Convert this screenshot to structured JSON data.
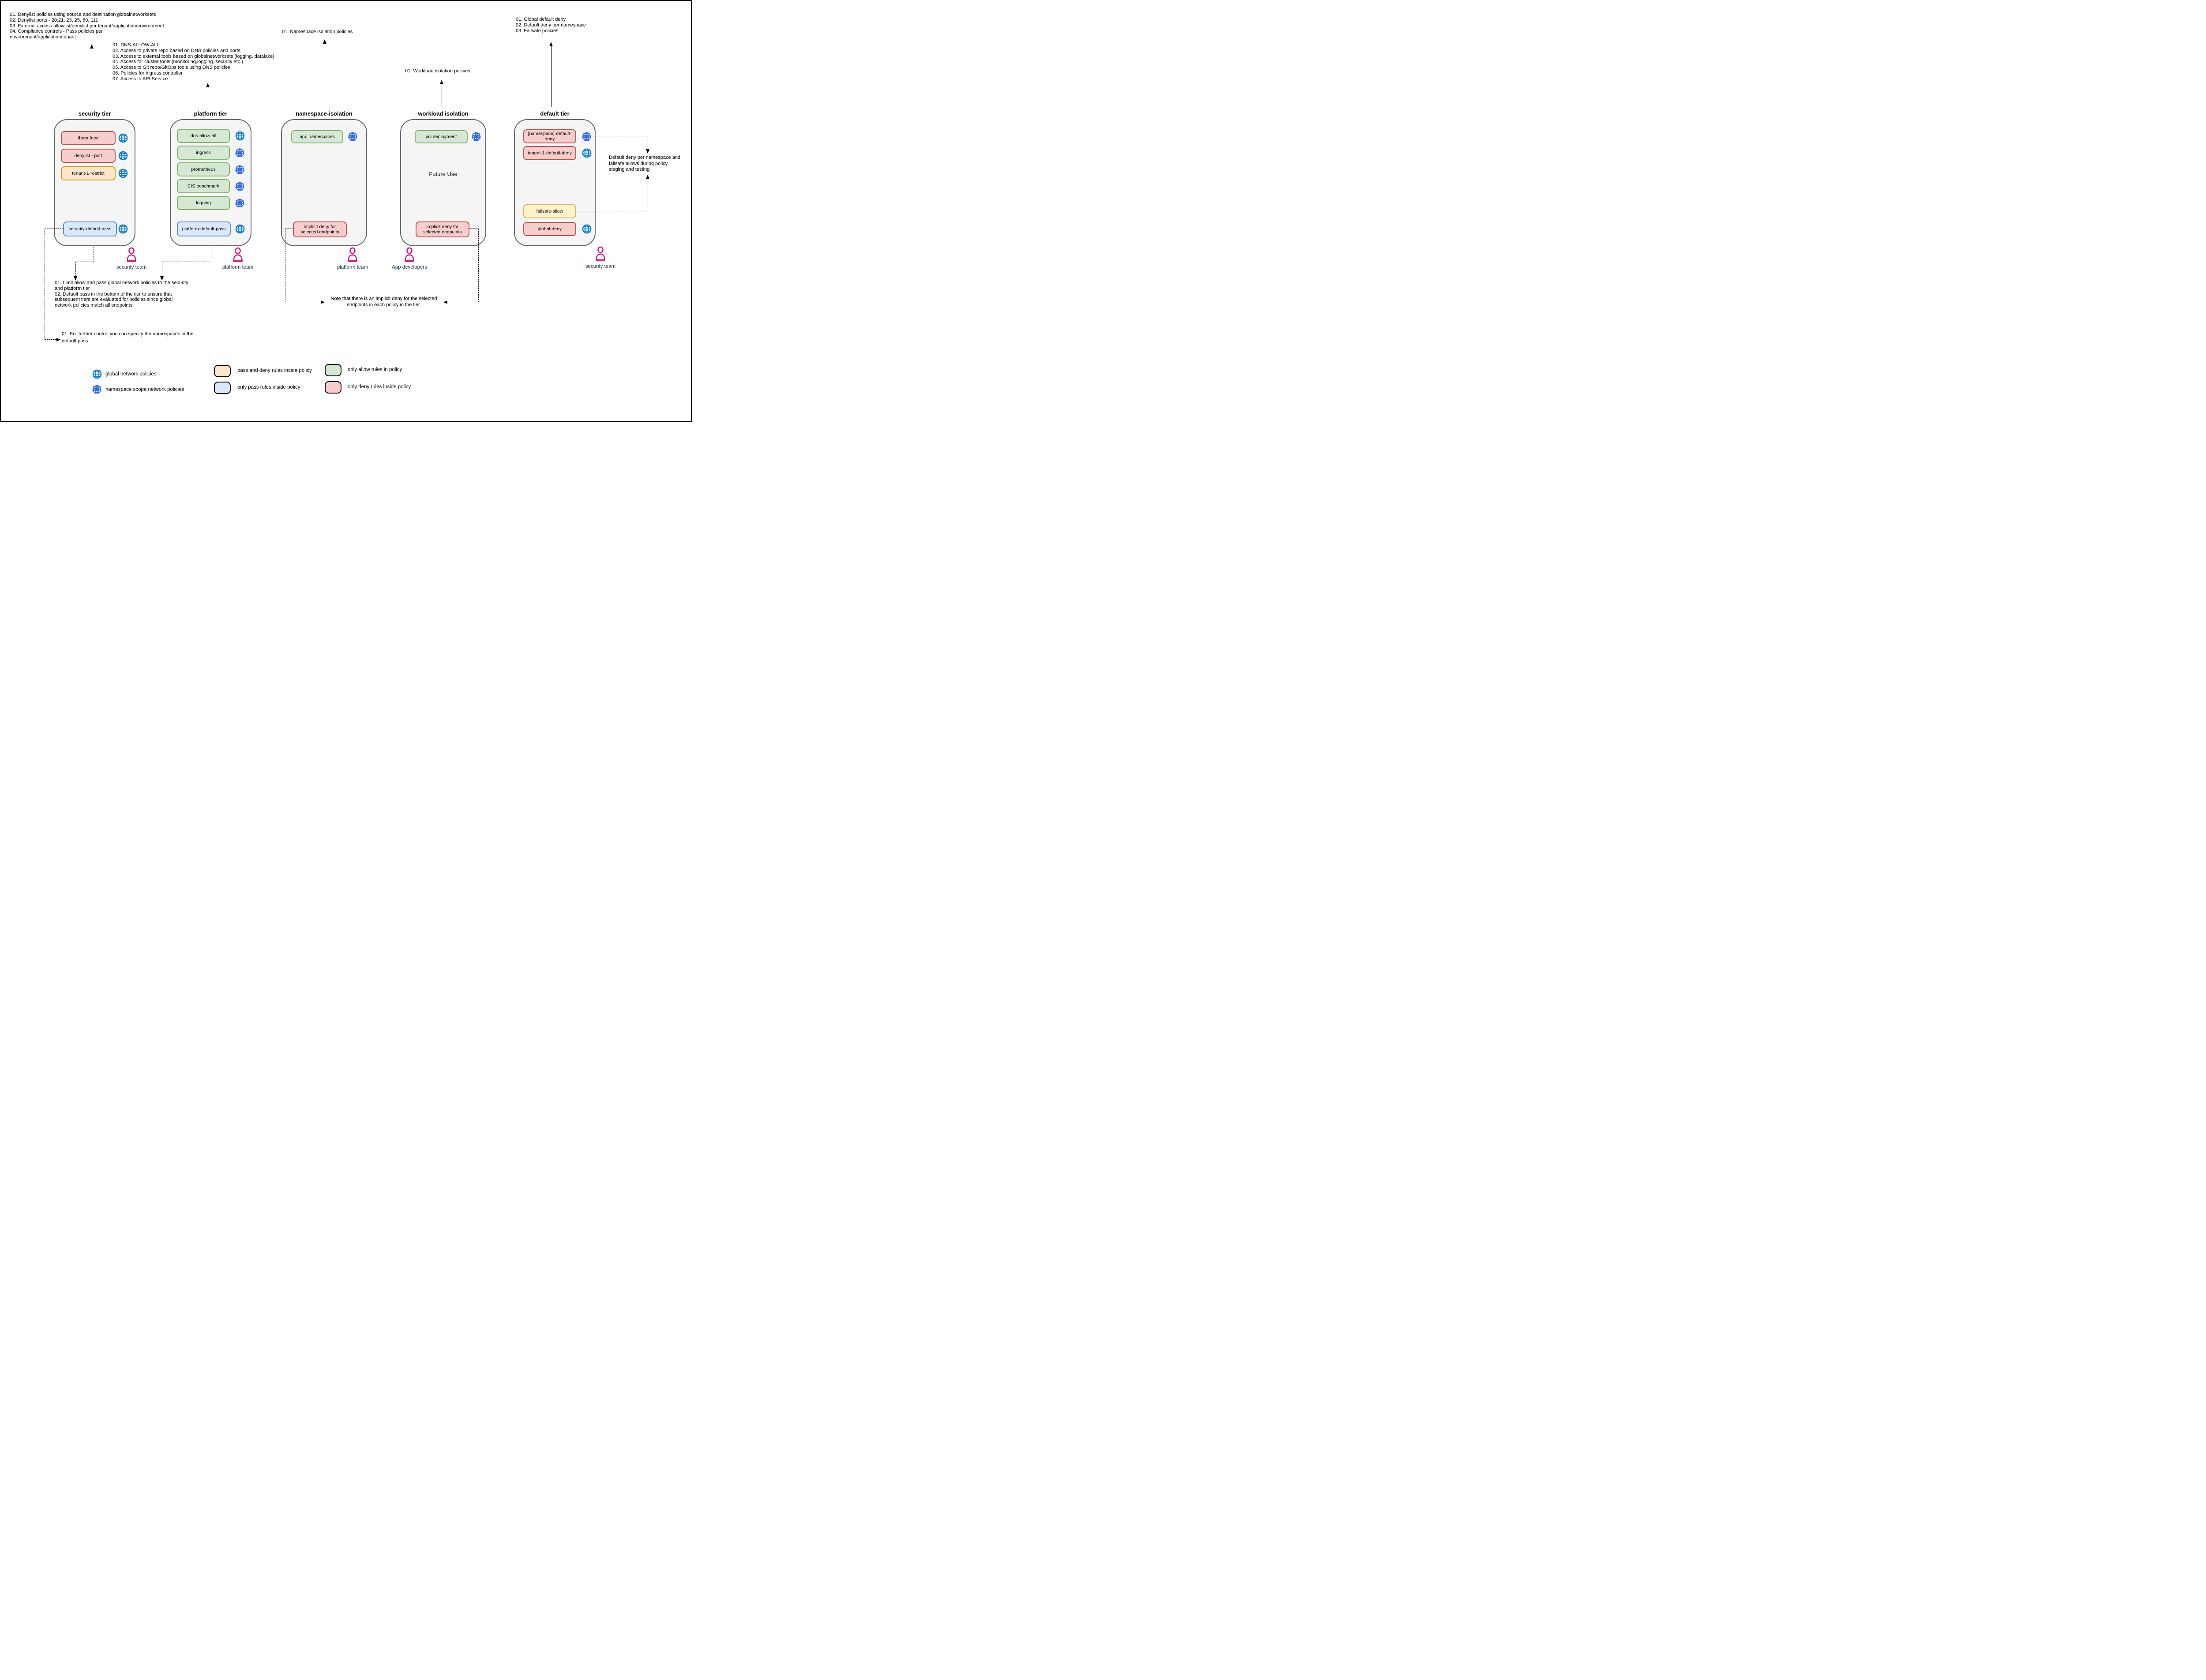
{
  "colors": {
    "deny_fill": "#f8cecc",
    "deny_stroke": "#b85450",
    "allow_fill": "#d5e8d4",
    "allow_stroke": "#82b366",
    "pass_fill": "#dae8fc",
    "pass_stroke": "#6c8ebf",
    "pass_deny_fill": "#ffe6cc",
    "pass_deny_stroke": "#d79b00",
    "failsafe_fill": "#fff2cc",
    "failsafe_stroke": "#d6b656",
    "tier_fill": "#f5f5f5",
    "tier_stroke": "#666666",
    "globe_icon_blue": "#0d7fd8",
    "namespace_icon_blue": "#326ce5",
    "person_pink": "#d81b7a",
    "team_label_color": "#1f3350"
  },
  "annotations": {
    "security_tier_notes": [
      "01. Denylist policies using source and destination globalnetworksets",
      "02. Denylist ports - 20:21, 23, 25, 69, 111",
      "03. External access allowlist/denylist per tenant/application/environment",
      "04. Compliance controls - Pass policies per",
      "environment/application/tenant"
    ],
    "platform_tier_notes": [
      "01. DNS-ALLOW-ALL",
      "02. Access to private repo based on DNS policies and ports",
      "03. Access to external tools based on globalnetworksets (logging, datalake)",
      "04. Access for cluster tools (monitoring,logging, security etc.)",
      "05. Access to Git repo/GitOps tools using DNS policies",
      "06. Policies for ingress controller",
      "07. Access to API Service"
    ],
    "namespace_isolation_note": "01. Namespace isolation policies",
    "workload_isolation_note": "01. Workload isolation policies",
    "default_tier_notes": [
      "01. Global default deny",
      "02. Default deny per namespace",
      "03. Failsafe policies"
    ],
    "limit_note": [
      "01. Limit allow and pass global network policies to the security",
      "and platform tier",
      "02. Default pass in the bottom of the tier to ensure that",
      "subsequent tiers are evaluated for policies since global",
      "network policies match all endpoints"
    ],
    "further_control_note": [
      "01. For further control you can specify the namespaces in the",
      "default pass"
    ],
    "implicit_deny_note": [
      "Note that there is an implicit deny for the selected",
      "endpoints in each policy in the tier."
    ],
    "default_deny_staging_note": [
      "Default deny per namespace and",
      "failsafe allows during policy",
      "staging and testing"
    ]
  },
  "tiers": [
    {
      "title": "security tier",
      "policies": [
        {
          "label": "threatfeed",
          "type": "deny",
          "scope": "global"
        },
        {
          "label": "denylist - port",
          "type": "deny",
          "scope": "global"
        },
        {
          "label": "tenant-1-restrict",
          "type": "pass-deny",
          "scope": "global"
        },
        {
          "label": "security-default-pass",
          "type": "pass",
          "scope": "global"
        }
      ]
    },
    {
      "title": "platform tier",
      "policies": [
        {
          "label": "dns-allow-all",
          "type": "allow",
          "scope": "global"
        },
        {
          "label": "ingress",
          "type": "allow",
          "scope": "namespace"
        },
        {
          "label": "prometheus",
          "type": "allow",
          "scope": "namespace"
        },
        {
          "label": "CIS benchmark",
          "type": "allow",
          "scope": "namespace"
        },
        {
          "label": "logging",
          "type": "allow",
          "scope": "namespace"
        },
        {
          "label": "platform-default-pass",
          "type": "pass",
          "scope": "global"
        }
      ]
    },
    {
      "title": "namespace-isolation",
      "policies": [
        {
          "label": "app namespaces",
          "type": "allow",
          "scope": "namespace"
        },
        {
          "label": "implicit deny for selected endpoints",
          "type": "deny"
        }
      ]
    },
    {
      "title": "workload isolation",
      "center_label": "Future Use",
      "policies": [
        {
          "label": "pci deployment",
          "type": "allow",
          "scope": "namespace"
        },
        {
          "label": "implicit deny for selected endpoints",
          "type": "deny"
        }
      ]
    },
    {
      "title": "default tier",
      "policies": [
        {
          "label": "[namespace]-default-deny",
          "type": "deny",
          "scope": "namespace"
        },
        {
          "label": "tenant-1-default-deny",
          "type": "deny",
          "scope": "global"
        },
        {
          "label": "failsafe-allow",
          "type": "failsafe"
        },
        {
          "label": "global-deny",
          "type": "deny",
          "scope": "global"
        }
      ]
    }
  ],
  "teams": [
    {
      "label": "security team"
    },
    {
      "label": "platform team"
    },
    {
      "label": "platform team"
    },
    {
      "label": "App developers"
    },
    {
      "label": "security team"
    }
  ],
  "legend": {
    "global_policies": "global network policies",
    "namespace_policies": "namespace scope network policies",
    "pass_deny_rules": "pass and deny rules inside policy",
    "pass_rules": "only pass rules inside policy",
    "allow_rules": "only allow rules in policy",
    "deny_rules": "only deny rules inside policy"
  }
}
